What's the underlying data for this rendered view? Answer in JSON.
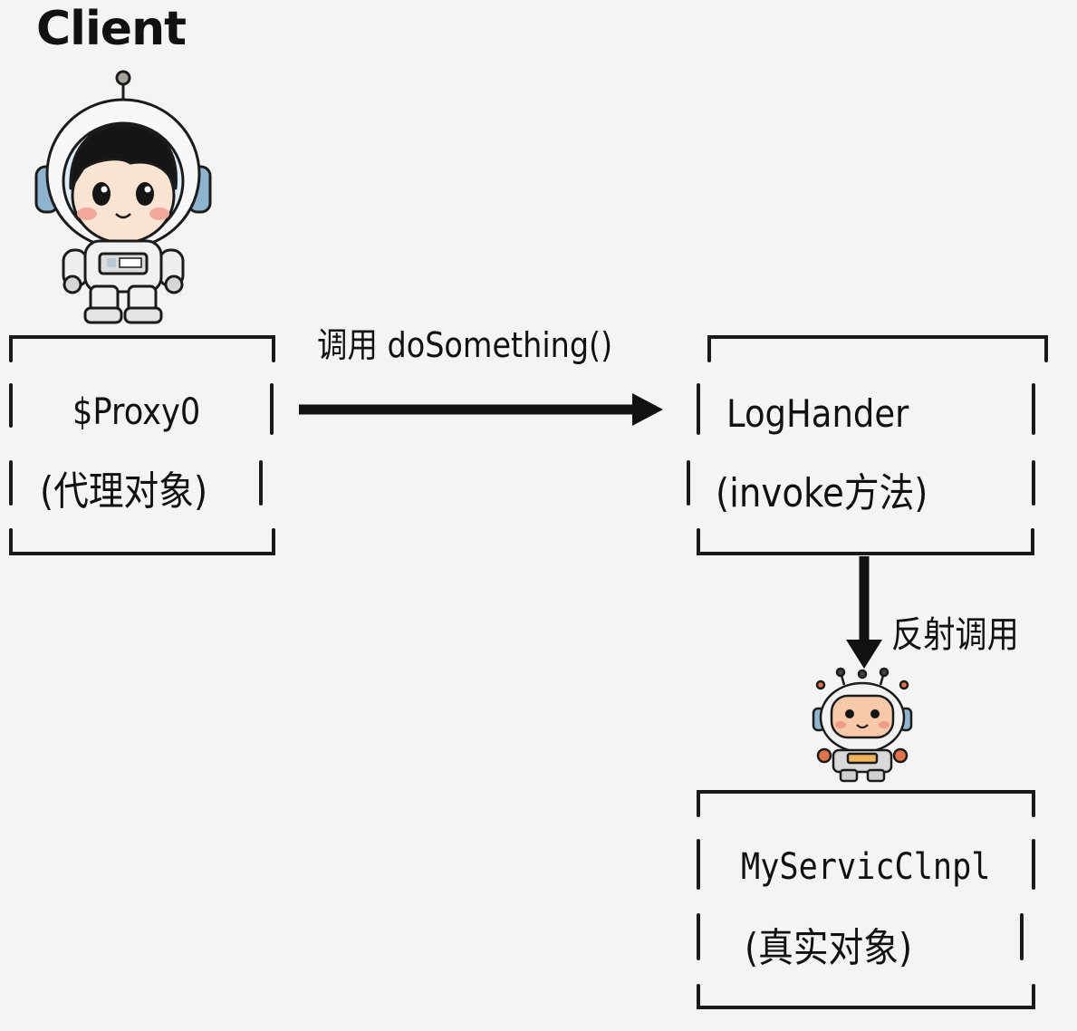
{
  "title": "Client",
  "nodes": {
    "proxy": {
      "name": "$Proxy0",
      "desc": "(代理对象)"
    },
    "handler": {
      "name": "LogHander",
      "desc": "(invoke方法)"
    },
    "real": {
      "name": "MyServicClnpl",
      "desc": "(真实对象)"
    }
  },
  "edges": {
    "call": "调用 doSomething()",
    "reflect": "反射调用"
  },
  "icons": {
    "client": "astronaut-icon",
    "real": "robot-icon"
  }
}
